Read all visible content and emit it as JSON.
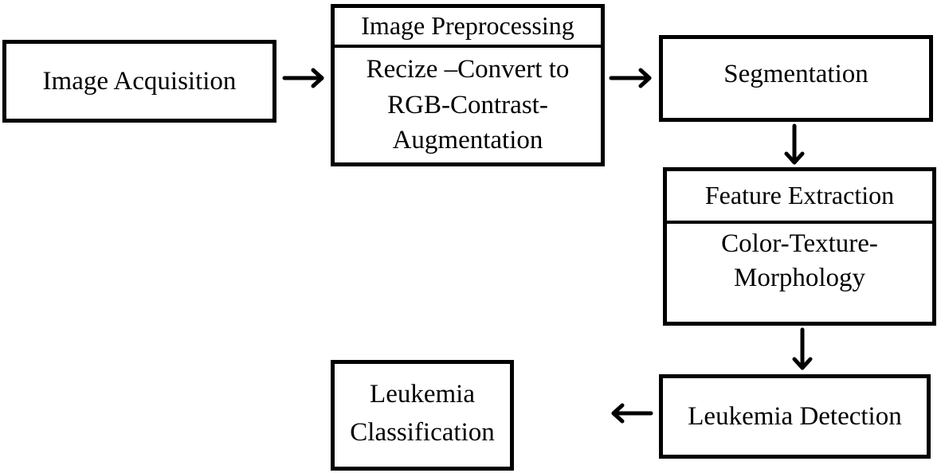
{
  "diagram": {
    "type": "flowchart",
    "nodes": [
      {
        "id": "acquisition",
        "title": "Image Acquisition",
        "detail": ""
      },
      {
        "id": "preprocessing",
        "title": "Image Preprocessing",
        "detail": "Recize –Convert to\nRGB-Contrast-\nAugmentation"
      },
      {
        "id": "segmentation",
        "title": "Segmentation",
        "detail": ""
      },
      {
        "id": "feature_extraction",
        "title": "Feature Extraction",
        "detail": "Color-Texture-\nMorphology"
      },
      {
        "id": "detection",
        "title": "Leukemia Detection",
        "detail": ""
      },
      {
        "id": "classification",
        "title": "Leukemia\nClassification",
        "detail": ""
      }
    ],
    "edges": [
      {
        "from": "acquisition",
        "to": "preprocessing",
        "direction": "right"
      },
      {
        "from": "preprocessing",
        "to": "segmentation",
        "direction": "right"
      },
      {
        "from": "segmentation",
        "to": "feature_extraction",
        "direction": "down"
      },
      {
        "from": "feature_extraction",
        "to": "detection",
        "direction": "down"
      },
      {
        "from": "detection",
        "to": "classification",
        "direction": "left"
      }
    ]
  },
  "colors": {
    "stroke": "#000000",
    "background": "#ffffff"
  }
}
